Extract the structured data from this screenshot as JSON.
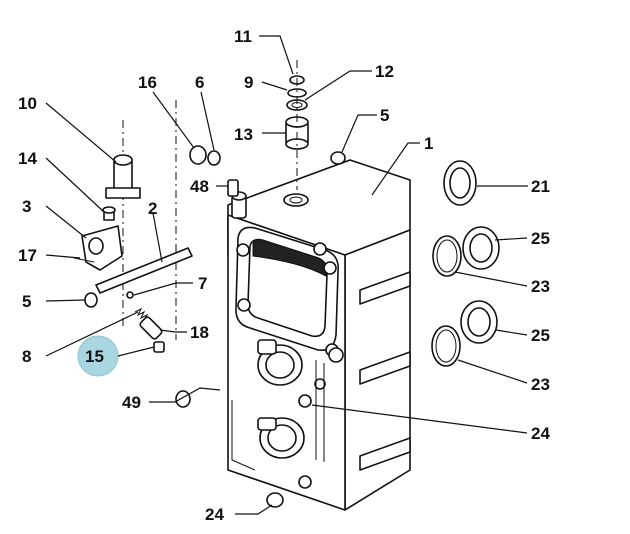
{
  "callouts": [
    {
      "id": "11",
      "text": "11"
    },
    {
      "id": "12",
      "text": "12"
    },
    {
      "id": "9",
      "text": "9"
    },
    {
      "id": "16",
      "text": "16"
    },
    {
      "id": "6",
      "text": "6"
    },
    {
      "id": "10",
      "text": "10"
    },
    {
      "id": "13",
      "text": "13"
    },
    {
      "id": "5a",
      "text": "5"
    },
    {
      "id": "1",
      "text": "1"
    },
    {
      "id": "14",
      "text": "14"
    },
    {
      "id": "48",
      "text": "48"
    },
    {
      "id": "21",
      "text": "21"
    },
    {
      "id": "3",
      "text": "3"
    },
    {
      "id": "2",
      "text": "2"
    },
    {
      "id": "25a",
      "text": "25"
    },
    {
      "id": "17",
      "text": "17"
    },
    {
      "id": "23a",
      "text": "23"
    },
    {
      "id": "5b",
      "text": "5"
    },
    {
      "id": "7",
      "text": "7"
    },
    {
      "id": "25b",
      "text": "25"
    },
    {
      "id": "8",
      "text": "8"
    },
    {
      "id": "18",
      "text": "18"
    },
    {
      "id": "15",
      "text": "15"
    },
    {
      "id": "23b",
      "text": "23"
    },
    {
      "id": "49",
      "text": "49"
    },
    {
      "id": "24a",
      "text": "24"
    },
    {
      "id": "24b",
      "text": "24"
    }
  ],
  "highlight": {
    "callout": "15",
    "color": "#a9d6e1"
  }
}
